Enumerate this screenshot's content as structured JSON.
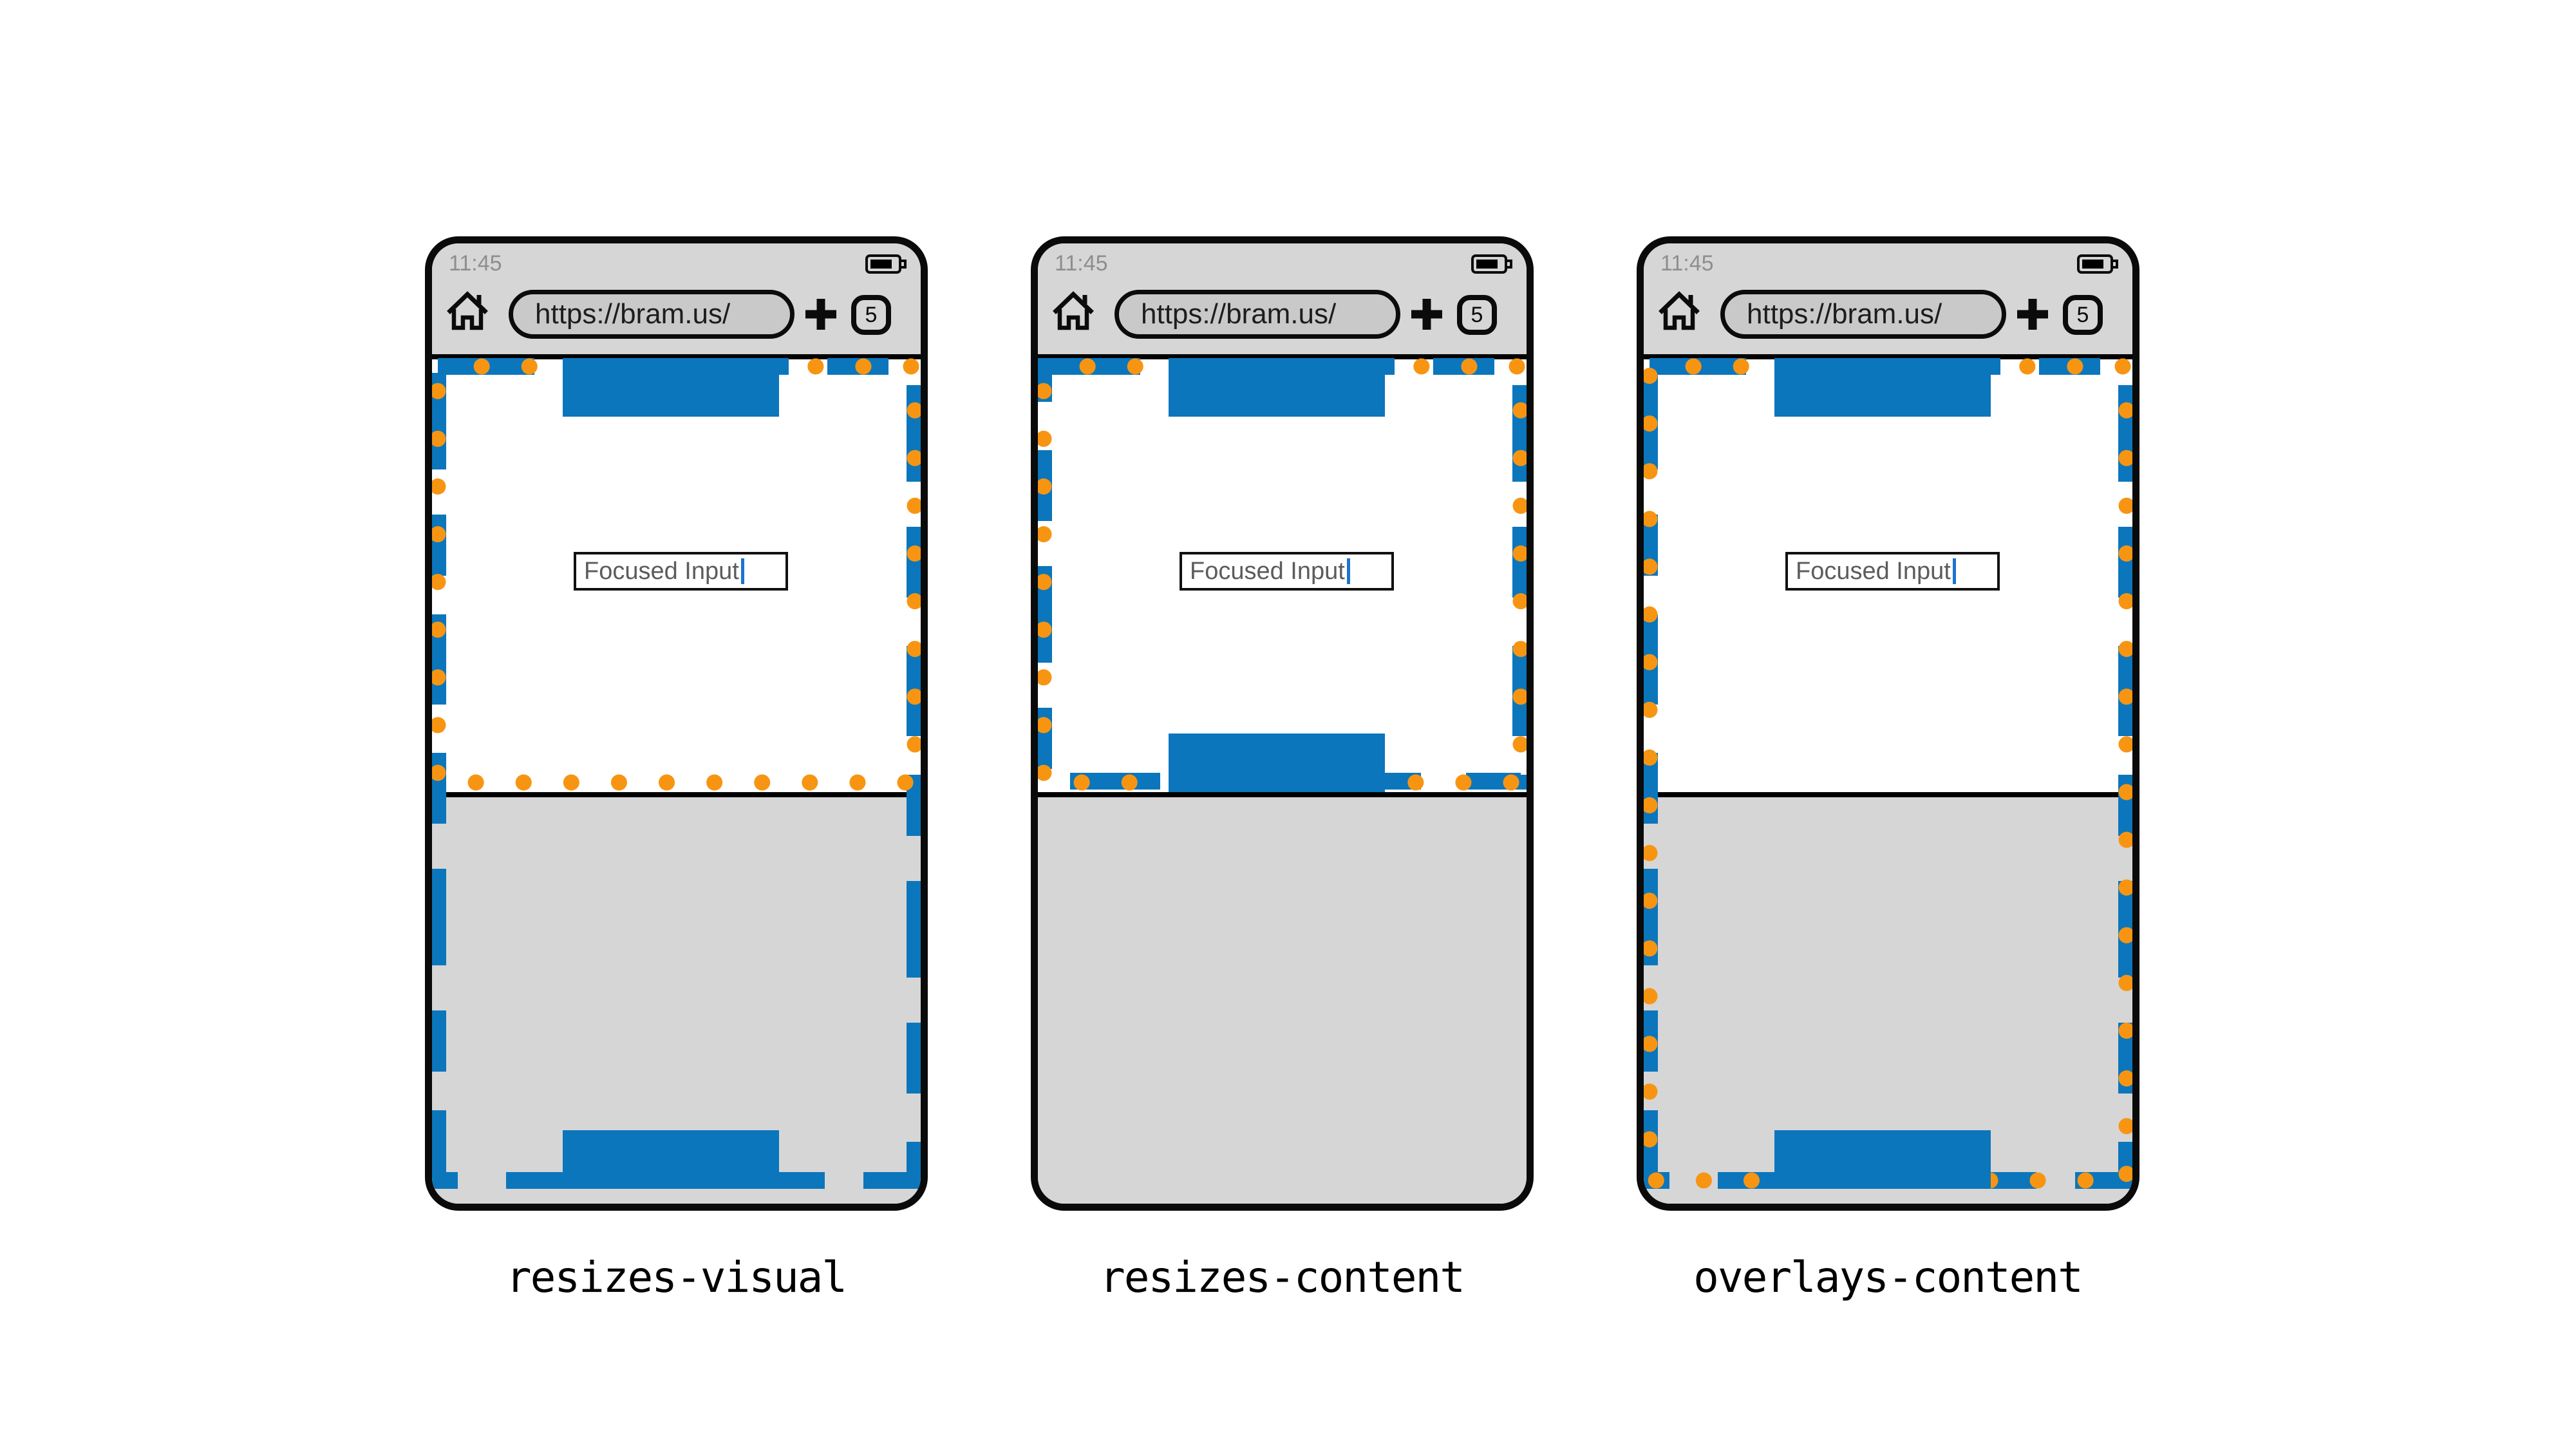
{
  "colors": {
    "layout_viewport_blue": "#0b76bb",
    "visual_viewport_orange": "#f79512",
    "chrome_gray": "#d6d6d6",
    "url_pill_gray": "#c9c9c9",
    "keyboard_gray": "#d6d6d6",
    "caret_blue": "#1b74d0",
    "phone_frame_black": "#0a0a0a",
    "status_text_gray": "#8e8e8e"
  },
  "phones": [
    {
      "label": "resizes-visual",
      "chrome": {
        "time": "11:45",
        "url": "https://bram.us/",
        "tab_count": "5"
      },
      "page": {
        "input_value": "Focused Input"
      },
      "viewports": {
        "layout_viewport": "full-height-behind-keyboard",
        "visual_viewport": "resized-above-keyboard"
      }
    },
    {
      "label": "resizes-content",
      "chrome": {
        "time": "11:45",
        "url": "https://bram.us/",
        "tab_count": "5"
      },
      "page": {
        "input_value": "Focused Input"
      },
      "viewports": {
        "layout_viewport": "resized-above-keyboard",
        "visual_viewport": "resized-above-keyboard"
      }
    },
    {
      "label": "overlays-content",
      "chrome": {
        "time": "11:45",
        "url": "https://bram.us/",
        "tab_count": "5"
      },
      "page": {
        "input_value": "Focused Input"
      },
      "viewports": {
        "layout_viewport": "full-height-behind-keyboard",
        "visual_viewport": "full-height-behind-keyboard"
      }
    }
  ],
  "icons": [
    "home-icon",
    "plus-icon",
    "battery-icon",
    "tab-counter-badge",
    "text-caret"
  ]
}
